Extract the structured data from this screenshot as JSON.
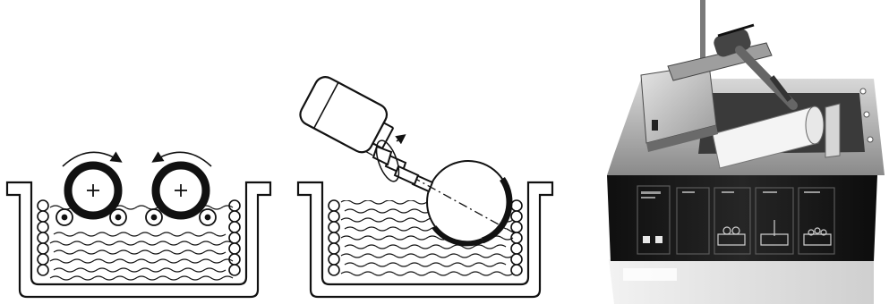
{
  "figure": {
    "panels": [
      {
        "id": "rollers",
        "depicts": "two-roller-bath-cross-section"
      },
      {
        "id": "flask",
        "depicts": "rotating-flask-bath-cross-section"
      },
      {
        "id": "photo",
        "depicts": "bath-unit-photograph"
      }
    ],
    "colors": {
      "ink": "#111111",
      "paper": "#ffffff",
      "metal_top": "#b9b9b9",
      "dark_body": "#1c1c1c",
      "cabinet": "#e4e4e4"
    },
    "icons": [
      "rotation-arrow-icon",
      "plus-icon",
      "flask-icon",
      "motor-icon"
    ]
  }
}
